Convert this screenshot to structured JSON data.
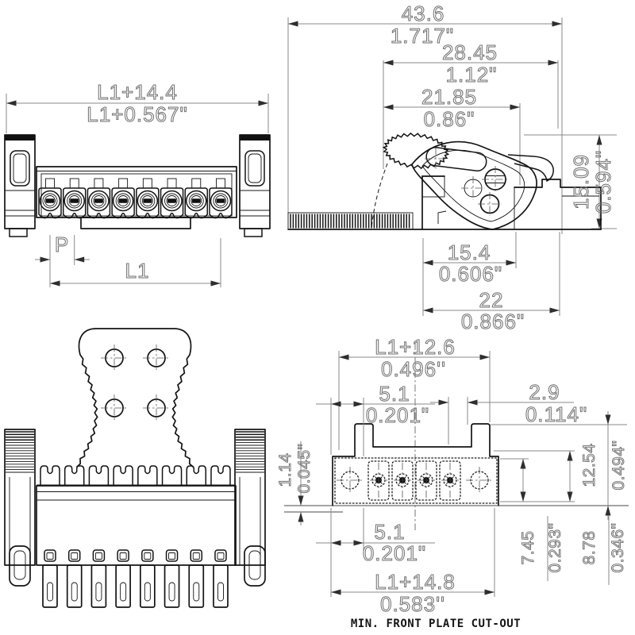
{
  "drawing": {
    "caption": "MIN. FRONT PLATE CUT-OUT",
    "views": {
      "front": {
        "width_mm": "L1+14.4",
        "width_in": "L1+0.567\"",
        "pitch_label": "P",
        "length_label": "L1"
      },
      "side": {
        "overall_mm": "43.6",
        "overall_in": "1.717\"",
        "upper_mm": "28.45",
        "upper_in": "1.12\"",
        "lever_mm": "21.85",
        "lever_in": "0.86\"",
        "height_mm": "15.09",
        "height_in": "0.594\"",
        "body_mm": "15.4",
        "body_in": "0.606\"",
        "depth_mm": "22",
        "depth_in": "0.866\""
      },
      "cutout": {
        "width_mm": "L1+12.6",
        "width_in": "0.496''",
        "end_mm": "5.1",
        "end_in": "0.201\"",
        "side_mm": "2.9",
        "side_in": "0.114\"",
        "offset_mm": "1.14",
        "offset_in": "0.045\"",
        "h1_mm": "7.45",
        "h1_in": "0.293\"",
        "h2_mm": "8.78",
        "h2_in": "0.346\"",
        "h3_mm": "12.54",
        "h3_in": "0.494\"",
        "end2_mm": "5.1",
        "end2_in": "0.201\"",
        "total_mm": "L1+14.8",
        "total_in": "0.583''"
      }
    }
  }
}
